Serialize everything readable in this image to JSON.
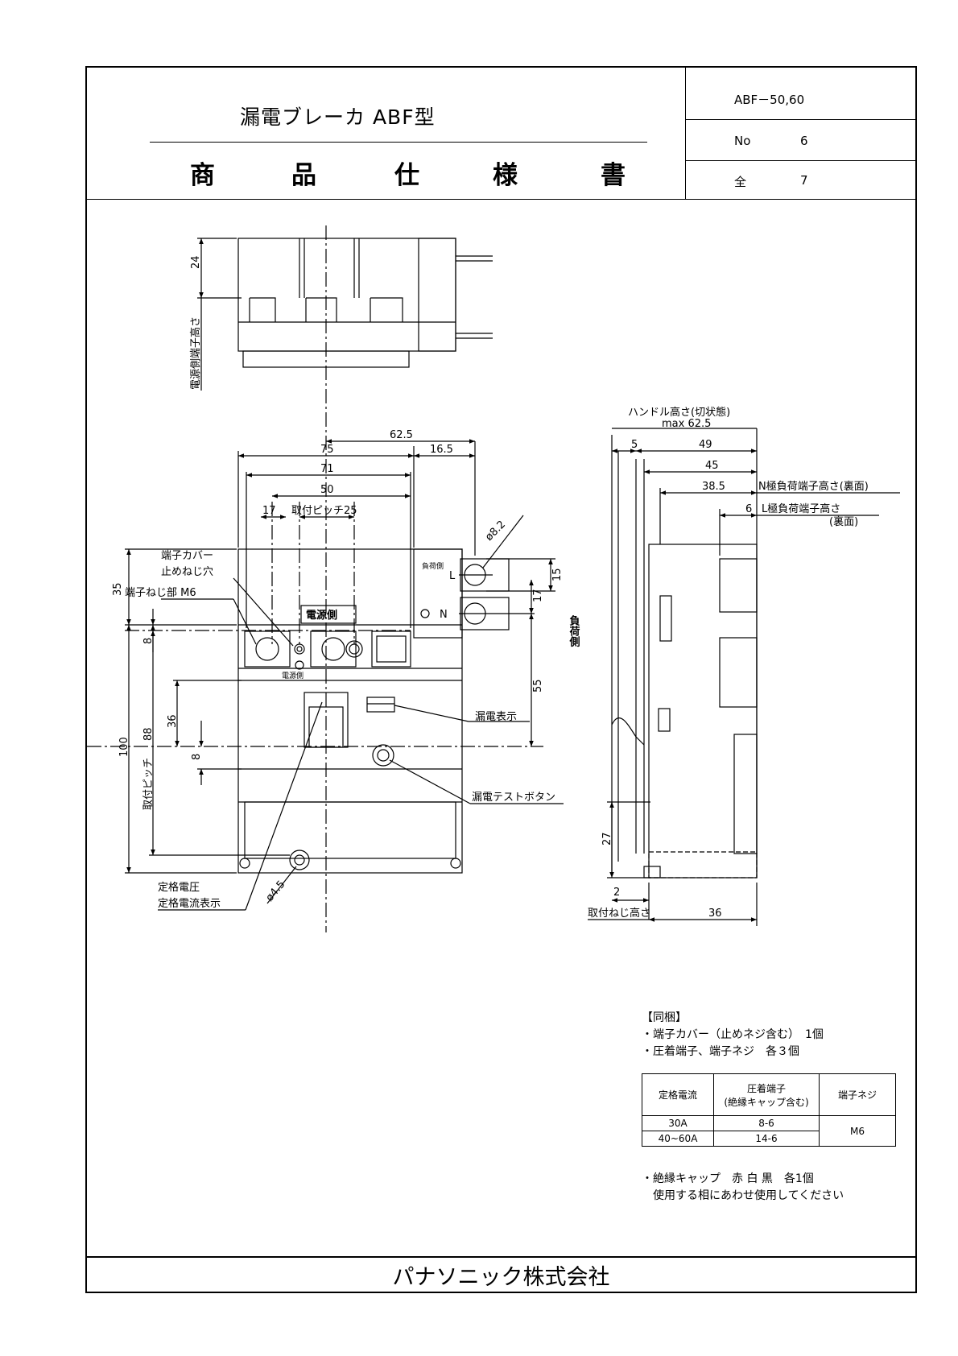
{
  "header": {
    "product_title": "漏電ブレーカ ABF型",
    "spec_title_chars": [
      "商",
      "品",
      "仕",
      "様",
      "書"
    ],
    "model": "ABF－50,60",
    "no_label": "No",
    "no_value": "6",
    "total_label": "全",
    "total_value": "7"
  },
  "drawing": {
    "top_view": {
      "dim_24": "24",
      "label_terminal_height": "電源側端子高さ"
    },
    "front_view": {
      "dim_62_5": "62.5",
      "dim_75": "75",
      "dim_16_5": "16.5",
      "dim_71": "71",
      "dim_50": "50",
      "dim_17_left": "17",
      "label_mount_pitch_25": "取付ピッチ25",
      "dim_phi_8_2": "ø8.2",
      "label_terminal_cover": "端子カバー",
      "label_cover_screw_hole": "止めねじ穴",
      "label_terminal_screw": "端子ねじ部 M6",
      "dim_35": "35",
      "dim_8_top": "8",
      "label_power_side": "電源側",
      "label_load_side_small": "負荷側",
      "label_L": "L",
      "label_N": "N",
      "dim_15": "15",
      "dim_17_right": "17",
      "label_load_side": "負荷側",
      "label_power_side_small": "電源側",
      "dim_55": "55",
      "label_leak_indicator": "漏電表示",
      "dim_100": "100",
      "dim_88": "88",
      "dim_36": "36",
      "dim_8_mid": "8",
      "label_mount_pitch": "取付ピッチ",
      "label_test_button": "漏電テストボタン",
      "label_rated_voltage": "定格電圧",
      "label_rated_current": "定格電流表示",
      "dim_phi_4_5": "ø4.5"
    },
    "side_view": {
      "label_handle_height": "ハンドル高さ(切状態)",
      "dim_max_62_5": "max 62.5",
      "dim_5": "5",
      "dim_49": "49",
      "dim_45": "45",
      "dim_38_5": "38.5",
      "label_n_load_terminal": "N極負荷端子高さ(裏面)",
      "dim_6": "6",
      "label_l_load_terminal": "L極負荷端子高さ",
      "label_back": "(裏面)",
      "dim_27": "27",
      "dim_2": "2",
      "label_mount_screw_height": "取付ねじ高さ",
      "dim_36": "36"
    }
  },
  "accessories": {
    "title": "【同梱】",
    "line1": "・端子カバー（止めネジ含む）　1個",
    "line2": "・圧着端子、端子ネジ　各３個",
    "table": {
      "headers": [
        "定格電流",
        "圧着端子\n(絶縁キャップ含む)",
        "端子ネジ"
      ],
      "rows": [
        [
          "30A",
          "8-6"
        ],
        [
          "40~60A",
          "14-6"
        ]
      ],
      "screw": "M6"
    },
    "note1": "・絶縁キャップ　赤 白 黒　各1個",
    "note2": "　使用する相にあわせ使用してください"
  },
  "footer": {
    "company": "パナソニック株式会社"
  }
}
